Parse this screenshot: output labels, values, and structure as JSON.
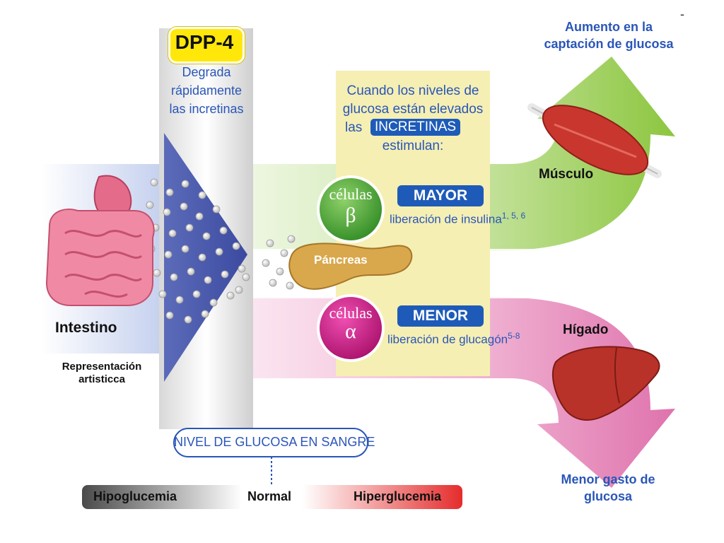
{
  "dpp4": {
    "badge": "DPP-4",
    "desc": [
      "Degrada",
      "rápidamente",
      "las incretinas"
    ]
  },
  "intestine": {
    "label": "Intestino",
    "note": [
      "Representación",
      "artisticca"
    ]
  },
  "center_box": {
    "lines": [
      "Cuando los niveles de",
      "glucosa están elevados"
    ],
    "prefix": "las",
    "highlight": "INCRETINAS",
    "last": "estimulan:"
  },
  "beta": {
    "cell_word": "células",
    "symbol": "β",
    "pill": "MAYOR",
    "text": "liberación de insulina",
    "refs": "1, 5, 6"
  },
  "alpha": {
    "cell_word": "células",
    "symbol": "α",
    "pill": "MENOR",
    "text": "liberación de glucagón",
    "refs": "5-8"
  },
  "pancreas": {
    "label": "Páncreas"
  },
  "muscle": {
    "label": "Músculo",
    "effect": [
      "Aumento en la",
      "captación de glucosa"
    ]
  },
  "liver": {
    "label": "Hígado",
    "effect": [
      "Menor gasto de",
      "glucosa"
    ]
  },
  "legend": {
    "title": "NIVEL DE GLUCOSA EN SANGRE",
    "low": "Hipoglucemia",
    "normal": "Normal",
    "high": "Hiperglucemia"
  },
  "corner_mark": "-",
  "colors": {
    "blue_text": "#2a56b8",
    "pill_blue": "#1e5bb8",
    "green_flow": "#8cc63f",
    "pink_flow": "#e27db2",
    "beta_circle": "#3b9a2b",
    "alpha_circle": "#c0147c",
    "badge_yellow": "#ffe70a"
  }
}
